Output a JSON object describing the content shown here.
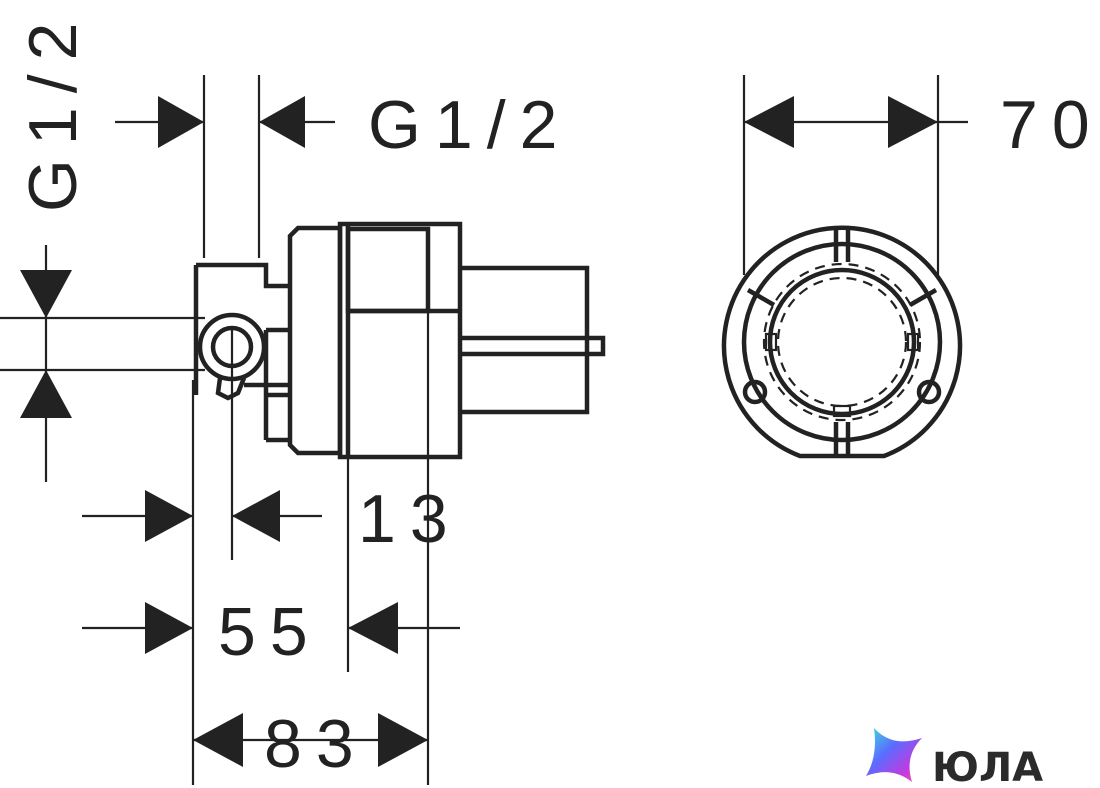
{
  "dimensions": {
    "thread_top": "G1/2",
    "thread_left": "G1/2",
    "diameter": "70",
    "depth_13": "13",
    "depth_55": "55",
    "depth_83": "83"
  },
  "logo": {
    "text": "ЮЛА",
    "icon": "star-gradient-icon"
  },
  "colors": {
    "line": "#222222",
    "background": "#ffffff",
    "logo_gradient": [
      "#3ee0e0",
      "#5b6cff",
      "#c03be0",
      "#ff4fa0"
    ]
  }
}
